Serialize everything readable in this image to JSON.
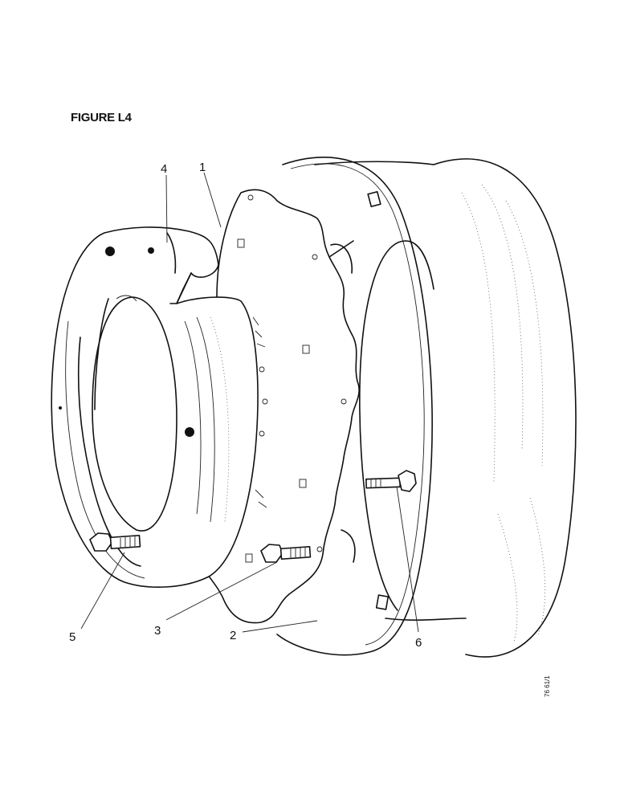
{
  "figure": {
    "title": "FIGURE L4",
    "ref_code": "76 61/1"
  },
  "callouts": [
    {
      "id": "c1",
      "label": "1"
    },
    {
      "id": "c2",
      "label": "2"
    },
    {
      "id": "c3",
      "label": "3"
    },
    {
      "id": "c4",
      "label": "4"
    },
    {
      "id": "c5",
      "label": "5"
    },
    {
      "id": "c6",
      "label": "6"
    }
  ]
}
